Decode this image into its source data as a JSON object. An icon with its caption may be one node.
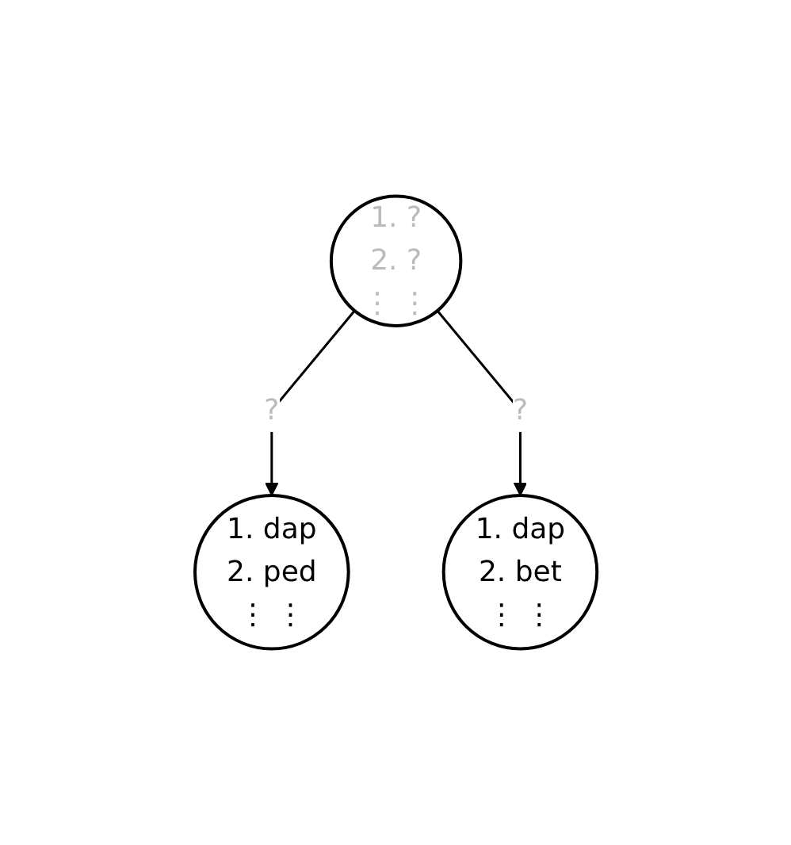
{
  "diagram": {
    "nodes": [
      {
        "text": [
          "1. ?",
          "2. ?",
          "⋮ ⋮"
        ]
      },
      {
        "text": [
          "1. dap",
          "2. ped",
          "⋮ ⋮"
        ]
      },
      {
        "text": [
          "1. dap",
          "2. bet",
          "⋮ ⋮"
        ]
      }
    ],
    "edges": [
      {
        "from": 0,
        "to": 1,
        "arrow": "to",
        "label": "?"
      },
      {
        "from": 0,
        "to": 2,
        "arrow": "to",
        "label": "?"
      }
    ]
  }
}
